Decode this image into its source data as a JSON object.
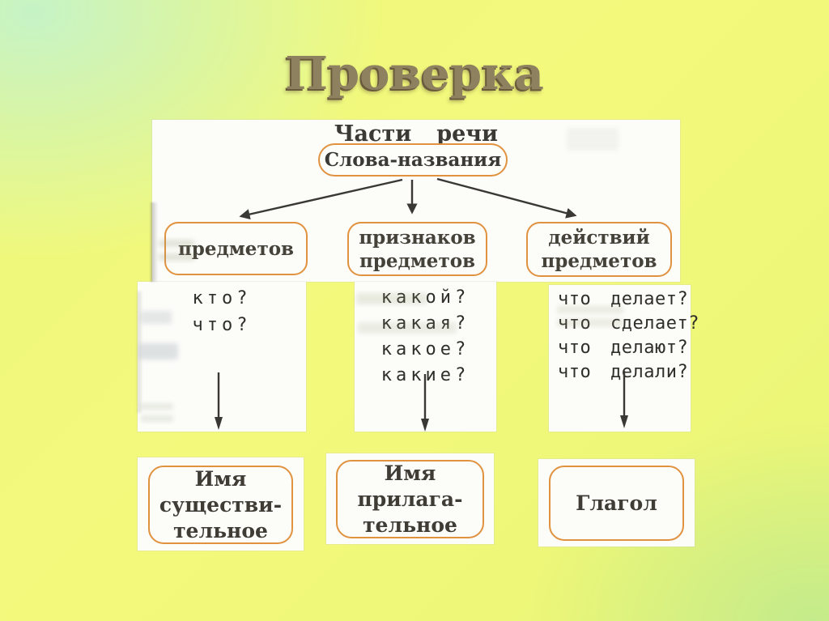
{
  "slide": {
    "title": "Проверка",
    "colors": {
      "title_text": "#8e8160",
      "accent_border": "#e0923f",
      "diagram_text": "#3b3933",
      "bg_corner_top_left": "#c6f3c6",
      "bg_corner_bottom_left": "#f6fa7d",
      "bg_corner_top_right": "#eff87d",
      "bg_corner_bottom_right": "#c4eb8b",
      "scan_paper": "#fcfcf9"
    }
  },
  "diagram": {
    "heading": "Части речи",
    "root": "Слова-названия",
    "branches": [
      {
        "box_lines": [
          "предметов"
        ],
        "questions": [
          "кто?",
          "что?"
        ],
        "result_lines": [
          "Имя",
          "существи-",
          "тельное"
        ]
      },
      {
        "box_lines": [
          "признаков",
          "предметов"
        ],
        "questions": [
          "какой?",
          "какая?",
          "какое?",
          "какие?"
        ],
        "result_lines": [
          "Имя",
          "прилага-",
          "тельное"
        ]
      },
      {
        "box_lines": [
          "действий",
          "предметов"
        ],
        "questions": [
          "что делает?",
          "что сделает?",
          "что делают?",
          "что делали?"
        ],
        "result_lines": [
          "Глагол"
        ]
      }
    ]
  }
}
